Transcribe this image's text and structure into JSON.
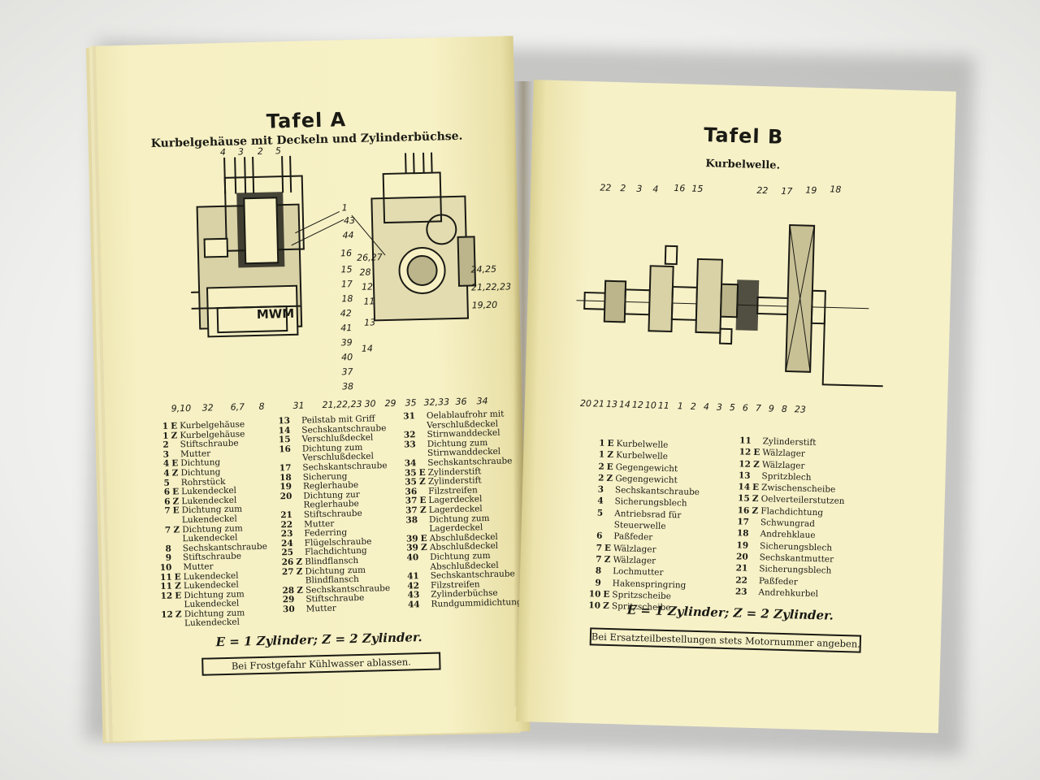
{
  "left_page": {
    "title": "Tafel A",
    "subtitle": "Kurbelgehäuse mit Deckeln und Zylinderbüchse.",
    "engine_label": "MWM",
    "callouts": {
      "top_left": [
        "4",
        "3",
        "2",
        "5"
      ],
      "bottom_left": [
        "9,10",
        "32",
        "6,7",
        "8",
        "31"
      ],
      "middle": [
        "1",
        "43",
        "44",
        "16",
        "15",
        "17",
        "18",
        "42",
        "41",
        "39",
        "40",
        "37",
        "38",
        "21,22,23"
      ],
      "right_side": [
        "26,27",
        "28",
        "12",
        "11",
        "13",
        "14",
        "24,25",
        "21,22,23",
        "19,20"
      ],
      "bottom_right": [
        "30",
        "29",
        "35",
        "32,33",
        "36",
        "34"
      ]
    },
    "legend_col1": [
      {
        "n": "1",
        "v": "E",
        "t": "Kurbelgehäuse"
      },
      {
        "n": "1",
        "v": "Z",
        "t": "Kurbelgehäuse"
      },
      {
        "n": "2",
        "v": "",
        "t": "Stiftschraube"
      },
      {
        "n": "3",
        "v": "",
        "t": "Mutter"
      },
      {
        "n": "4",
        "v": "E",
        "t": "Dichtung"
      },
      {
        "n": "4",
        "v": "Z",
        "t": "Dichtung"
      },
      {
        "n": "5",
        "v": "",
        "t": "Rohrstück"
      },
      {
        "n": "6",
        "v": "E",
        "t": "Lukendeckel"
      },
      {
        "n": "6",
        "v": "Z",
        "t": "Lukendeckel"
      },
      {
        "n": "7",
        "v": "E",
        "t": "Dichtung zum Lukendeckel"
      },
      {
        "n": "7",
        "v": "Z",
        "t": "Dichtung zum Lukendeckel"
      },
      {
        "n": "8",
        "v": "",
        "t": "Sechskantschraube"
      },
      {
        "n": "9",
        "v": "",
        "t": "Stiftschraube"
      },
      {
        "n": "10",
        "v": "",
        "t": "Mutter"
      },
      {
        "n": "11",
        "v": "E",
        "t": "Lukendeckel"
      },
      {
        "n": "11",
        "v": "Z",
        "t": "Lukendeckel"
      },
      {
        "n": "12",
        "v": "E",
        "t": "Dichtung zum Lukendeckel"
      },
      {
        "n": "12",
        "v": "Z",
        "t": "Dichtung zum Lukendeckel"
      }
    ],
    "legend_col2": [
      {
        "n": "13",
        "v": "",
        "t": "Peilstab mit Griff"
      },
      {
        "n": "14",
        "v": "",
        "t": "Sechskantschraube"
      },
      {
        "n": "15",
        "v": "",
        "t": "Verschlußdeckel"
      },
      {
        "n": "16",
        "v": "",
        "t": "Dichtung zum Verschlußdeckel"
      },
      {
        "n": "17",
        "v": "",
        "t": "Sechskantschraube"
      },
      {
        "n": "18",
        "v": "",
        "t": "Sicherung"
      },
      {
        "n": "19",
        "v": "",
        "t": "Reglerhaube"
      },
      {
        "n": "20",
        "v": "",
        "t": "Dichtung zur Reglerhaube"
      },
      {
        "n": "21",
        "v": "",
        "t": "Stiftschraube"
      },
      {
        "n": "22",
        "v": "",
        "t": "Mutter"
      },
      {
        "n": "23",
        "v": "",
        "t": "Federring"
      },
      {
        "n": "24",
        "v": "",
        "t": "Flügelschraube"
      },
      {
        "n": "25",
        "v": "",
        "t": "Flachdichtung"
      },
      {
        "n": "26",
        "v": "Z",
        "t": "Blindflansch"
      },
      {
        "n": "27",
        "v": "Z",
        "t": "Dichtung zum Blindflansch"
      },
      {
        "n": "28",
        "v": "Z",
        "t": "Sechskantschraube"
      },
      {
        "n": "29",
        "v": "",
        "t": "Stiftschraube"
      },
      {
        "n": "30",
        "v": "",
        "t": "Mutter"
      }
    ],
    "legend_col3": [
      {
        "n": "31",
        "v": "",
        "t": "Oelablaufrohr mit Verschlußdeckel"
      },
      {
        "n": "32",
        "v": "",
        "t": "Stirnwanddeckel"
      },
      {
        "n": "33",
        "v": "",
        "t": "Dichtung zum Stirnwanddeckel"
      },
      {
        "n": "34",
        "v": "",
        "t": "Sechskantschraube"
      },
      {
        "n": "35",
        "v": "E",
        "t": "Zylinderstift"
      },
      {
        "n": "35",
        "v": "Z",
        "t": "Zylinderstift"
      },
      {
        "n": "36",
        "v": "",
        "t": "Filzstreifen"
      },
      {
        "n": "37",
        "v": "E",
        "t": "Lagerdeckel"
      },
      {
        "n": "37",
        "v": "Z",
        "t": "Lagerdeckel"
      },
      {
        "n": "38",
        "v": "",
        "t": "Dichtung zum Lagerdeckel"
      },
      {
        "n": "39",
        "v": "E",
        "t": "Abschlußdeckel"
      },
      {
        "n": "39",
        "v": "Z",
        "t": "Abschlußdeckel"
      },
      {
        "n": "40",
        "v": "",
        "t": "Dichtung zum Abschlußdeckel"
      },
      {
        "n": "41",
        "v": "",
        "t": "Sechskantschraube"
      },
      {
        "n": "42",
        "v": "",
        "t": "Filzstreifen"
      },
      {
        "n": "43",
        "v": "",
        "t": "Zylinderbüchse"
      },
      {
        "n": "44",
        "v": "",
        "t": "Rundgummidichtung"
      }
    ],
    "footnote": "E = 1 Zylinder; Z = 2 Zylinder.",
    "box_note": "Bei Frostgefahr Kühlwasser ablassen."
  },
  "right_page": {
    "title": "Tafel B",
    "subtitle": "Kurbelwelle.",
    "callouts_top": [
      "22",
      "2",
      "3",
      "4",
      "16",
      "15",
      "22",
      "17",
      "19",
      "18"
    ],
    "callouts_bottom": [
      "20",
      "21",
      "13",
      "14",
      "12",
      "10",
      "11",
      "1",
      "2",
      "4",
      "3",
      "5",
      "6",
      "7",
      "9",
      "8",
      "23"
    ],
    "legend_col1": [
      {
        "n": "1",
        "v": "E",
        "t": "Kurbelwelle"
      },
      {
        "n": "1",
        "v": "Z",
        "t": "Kurbelwelle"
      },
      {
        "n": "2",
        "v": "E",
        "t": "Gegengewicht"
      },
      {
        "n": "2",
        "v": "Z",
        "t": "Gegengewicht"
      },
      {
        "n": "3",
        "v": "",
        "t": "Sechskantschraube"
      },
      {
        "n": "4",
        "v": "",
        "t": "Sicherungsblech"
      },
      {
        "n": "5",
        "v": "",
        "t": "Antriebsrad für Steuerwelle"
      },
      {
        "n": "6",
        "v": "",
        "t": "Paßfeder"
      },
      {
        "n": "7",
        "v": "E",
        "t": "Wälzlager"
      },
      {
        "n": "7",
        "v": "Z",
        "t": "Wälzlager"
      },
      {
        "n": "8",
        "v": "",
        "t": "Lochmutter"
      },
      {
        "n": "9",
        "v": "",
        "t": "Hakenspringring"
      },
      {
        "n": "10",
        "v": "E",
        "t": "Spritzscheibe"
      },
      {
        "n": "10",
        "v": "Z",
        "t": "Spritzscheibe"
      }
    ],
    "legend_col2": [
      {
        "n": "11",
        "v": "",
        "t": "Zylinderstift"
      },
      {
        "n": "12",
        "v": "E",
        "t": "Wälzlager"
      },
      {
        "n": "12",
        "v": "Z",
        "t": "Wälzlager"
      },
      {
        "n": "13",
        "v": "",
        "t": "Spritzblech"
      },
      {
        "n": "14",
        "v": "E",
        "t": "Zwischenscheibe"
      },
      {
        "n": "15",
        "v": "Z",
        "t": "Oelverteilerstutzen"
      },
      {
        "n": "16",
        "v": "Z",
        "t": "Flachdichtung"
      },
      {
        "n": "17",
        "v": "",
        "t": "Schwungrad"
      },
      {
        "n": "18",
        "v": "",
        "t": "Andrehklaue"
      },
      {
        "n": "19",
        "v": "",
        "t": "Sicherungsblech"
      },
      {
        "n": "20",
        "v": "",
        "t": "Sechskantmutter"
      },
      {
        "n": "21",
        "v": "",
        "t": "Sicherungsblech"
      },
      {
        "n": "22",
        "v": "",
        "t": "Paßfeder"
      },
      {
        "n": "23",
        "v": "",
        "t": "Andrehkurbel"
      }
    ],
    "footnote": "E = 1 Zylinder; Z = 2 Zylinder.",
    "box_note": "Bei Ersatzteilbestellungen stets Motornummer angeben."
  }
}
